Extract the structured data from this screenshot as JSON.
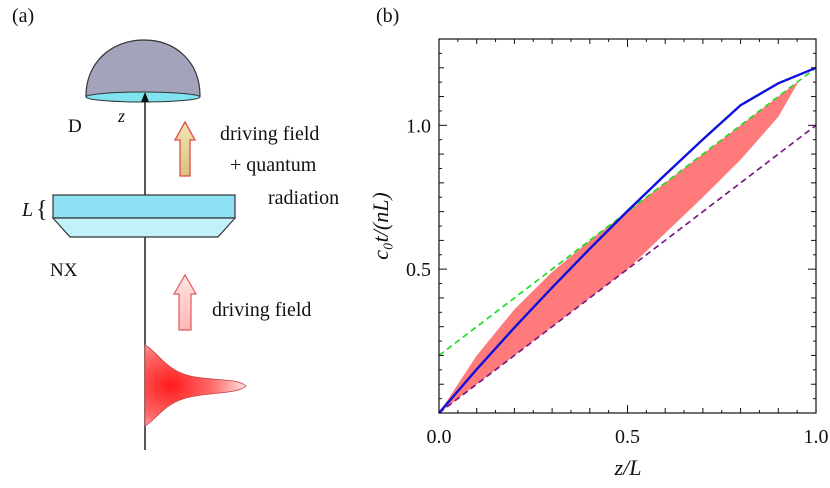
{
  "panels": {
    "a": {
      "label": "(a)",
      "detector_label": "D",
      "axis_label": "z",
      "crystal_thickness_label": "L",
      "crystal_label": "NX",
      "upper_arrow_text": [
        "driving field",
        "+ quantum",
        "radiation"
      ],
      "lower_arrow_text": "driving field",
      "colors": {
        "detector_dome": "#a3a3bc",
        "detector_base": "#7fe3f0",
        "crystal": "#8ee0f3",
        "upper_arrow": "#e9d9a3",
        "lower_arrow": "#ffc6c6",
        "pulse": "#ff2a2a"
      }
    },
    "b": {
      "label": "(b)"
    }
  },
  "chart_data": {
    "type": "line",
    "xlabel": "z/L",
    "ylabel": "c₀t/(nL)",
    "xlim": [
      0,
      1
    ],
    "ylim": [
      0,
      1.3
    ],
    "xticks": [
      0.0,
      0.5,
      1.0
    ],
    "yticks": [
      0.5,
      1.0
    ],
    "grid": false,
    "series": [
      {
        "style": "dashed",
        "color": "#22dd22",
        "points": [
          [
            0,
            0.2
          ],
          [
            1,
            1.2
          ]
        ]
      },
      {
        "style": "dashed",
        "color": "#7a1a86",
        "points": [
          [
            0,
            0.0
          ],
          [
            1,
            1.0
          ]
        ]
      },
      {
        "style": "solid",
        "color": "#1010dd",
        "points": [
          [
            0,
            0
          ],
          [
            0.1,
            0.152
          ],
          [
            0.2,
            0.297
          ],
          [
            0.3,
            0.436
          ],
          [
            0.4,
            0.571
          ],
          [
            0.5,
            0.702
          ],
          [
            0.6,
            0.828
          ],
          [
            0.7,
            0.951
          ],
          [
            0.8,
            1.07
          ],
          [
            0.9,
            1.146
          ],
          [
            1.0,
            1.2
          ]
        ]
      }
    ],
    "shaded_region": {
      "color": "#ff7b7b",
      "upper": [
        [
          0,
          0
        ],
        [
          0.1,
          0.2
        ],
        [
          0.2,
          0.36
        ],
        [
          0.3,
          0.49
        ],
        [
          0.4,
          0.6
        ],
        [
          0.5,
          0.7
        ],
        [
          0.6,
          0.8
        ],
        [
          0.7,
          0.9
        ],
        [
          0.8,
          1.0
        ],
        [
          0.9,
          1.1
        ],
        [
          0.955,
          1.155
        ]
      ],
      "lower": [
        [
          0,
          0
        ],
        [
          0.1,
          0.1
        ],
        [
          0.2,
          0.2
        ],
        [
          0.3,
          0.3
        ],
        [
          0.4,
          0.4
        ],
        [
          0.5,
          0.5
        ],
        [
          0.58,
          0.6
        ],
        [
          0.7,
          0.75
        ],
        [
          0.8,
          0.88
        ],
        [
          0.9,
          1.03
        ],
        [
          0.955,
          1.155
        ]
      ]
    }
  }
}
